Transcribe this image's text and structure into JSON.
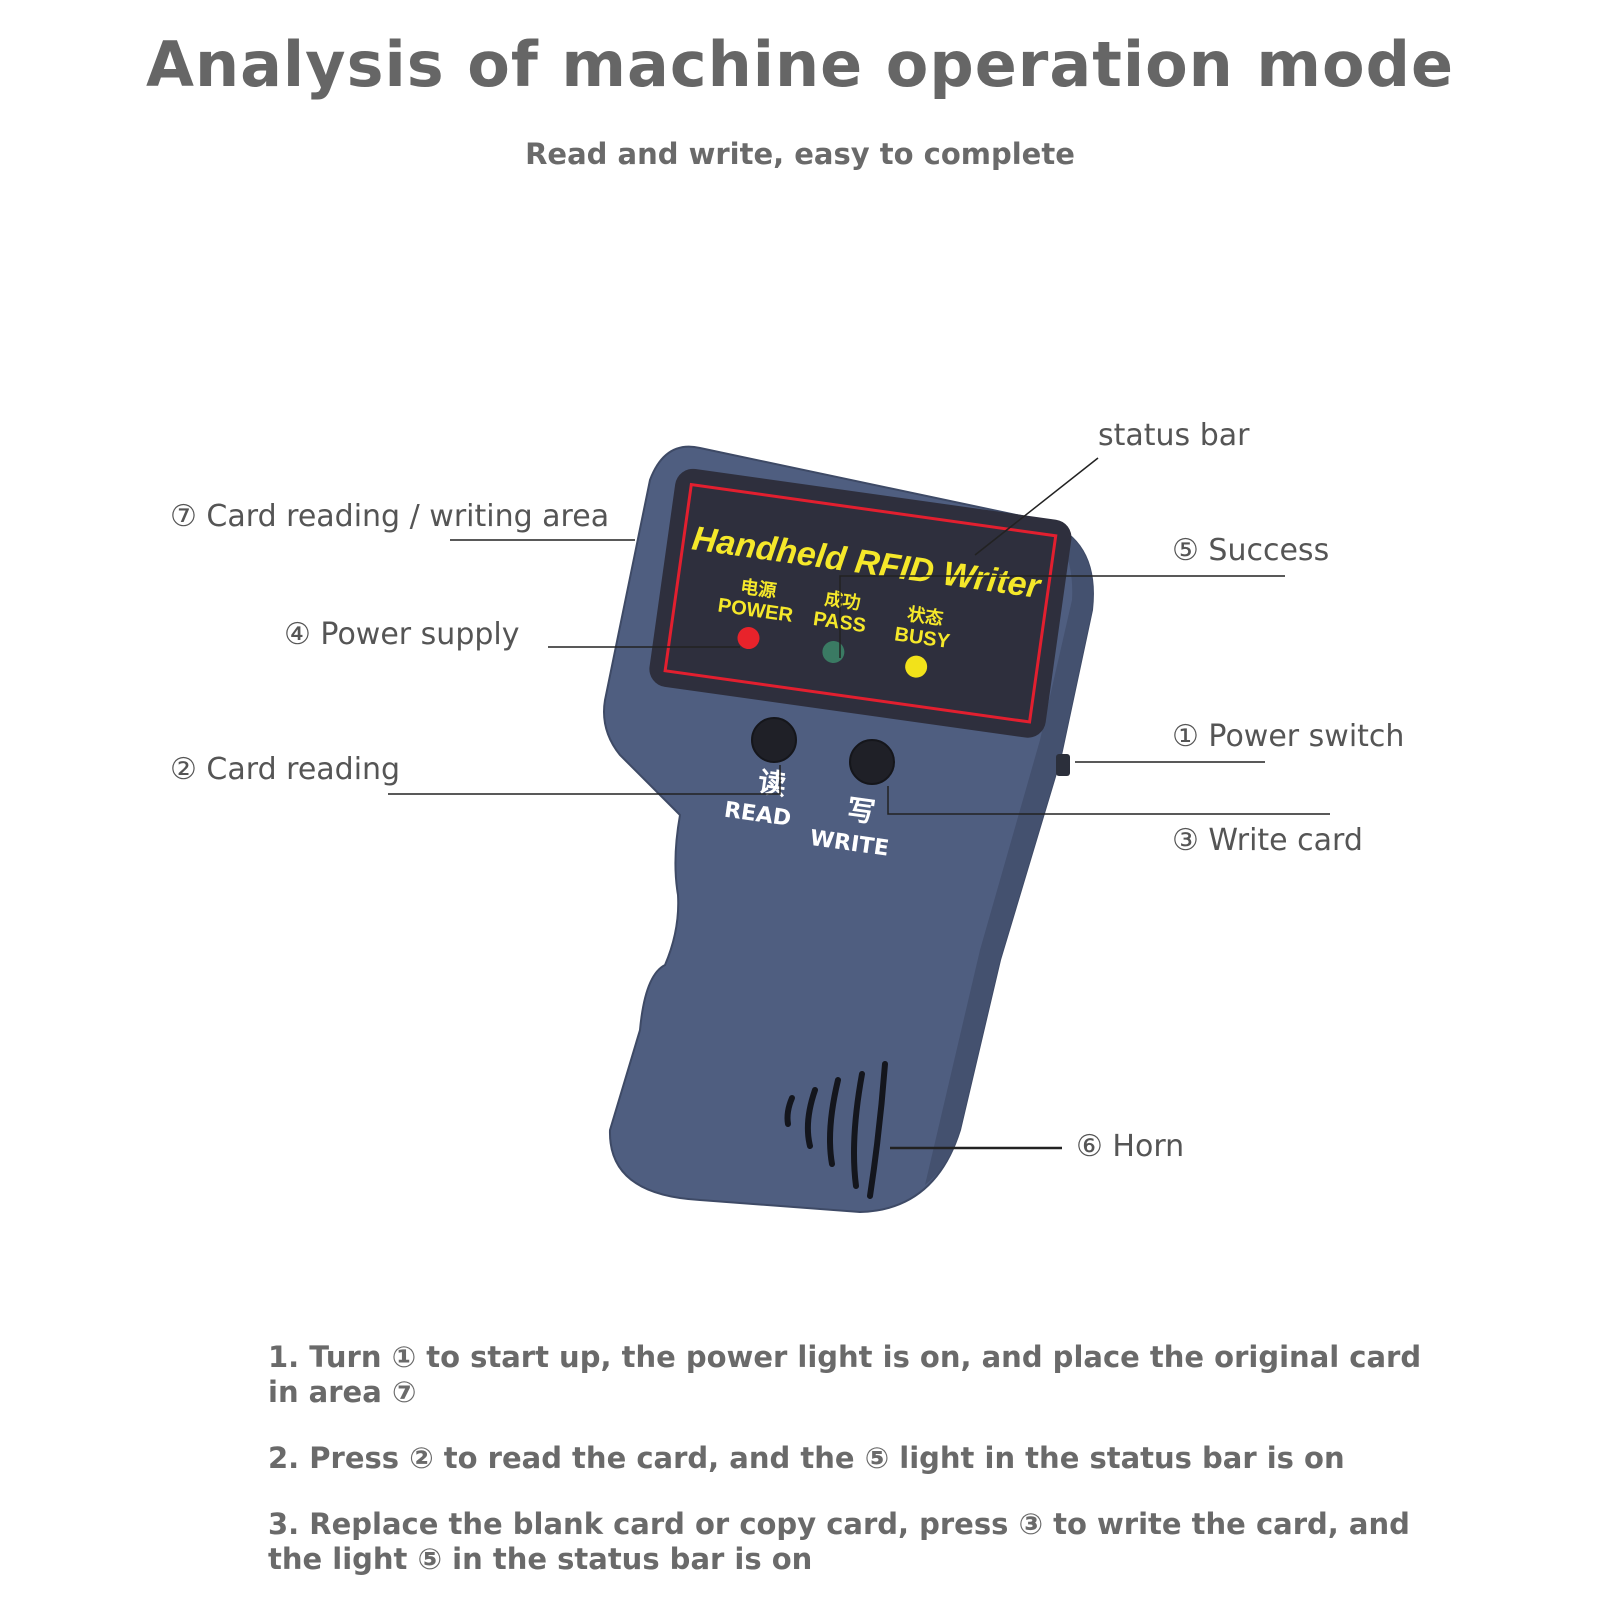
{
  "header": {
    "title": "Analysis of machine operation mode",
    "subtitle": "Read and write, easy to complete"
  },
  "device": {
    "panel_title": "Handheld RFID Writer",
    "leds": [
      {
        "cn": "电源",
        "en": "POWER",
        "color": "#e8232b"
      },
      {
        "cn": "成功",
        "en": "PASS",
        "color": "#3a7a63"
      },
      {
        "cn": "状态",
        "en": "BUSY",
        "color": "#f2e21a"
      }
    ],
    "buttons": [
      {
        "cn": "读",
        "en": "READ"
      },
      {
        "cn": "写",
        "en": "WRITE"
      }
    ],
    "colors": {
      "body": "#4f5e80",
      "screen": "#2e2f3d",
      "frame": "#e21f2f",
      "label_text": "#f5e82a"
    }
  },
  "callouts": {
    "status_bar": "status bar",
    "area": "⑦ Card reading / writing area",
    "success": "⑤ Success",
    "power_supply": "④ Power supply",
    "power_switch": "① Power switch",
    "card_reading": "② Card reading",
    "write_card": "③ Write card",
    "horn": "⑥ Horn"
  },
  "instructions": [
    "1. Turn ① to start up, the power light is on, and place the original card in area ⑦",
    "2. Press ② to read the card, and the ⑤ light in the status bar is on",
    "3. Replace the blank card or copy card, press ③ to write the card, and the light ⑤ in the status bar is on"
  ]
}
